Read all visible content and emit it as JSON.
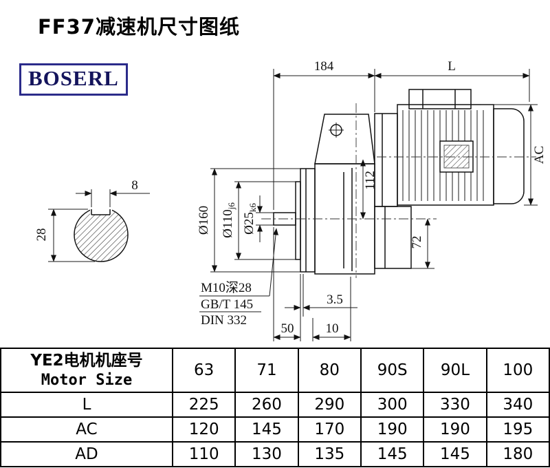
{
  "page": {
    "title": "FF37减速机尺寸图纸",
    "brand": "BOSERL"
  },
  "drawing": {
    "labels": {
      "dim184": "184",
      "dimL": "L",
      "dimAC": "AC",
      "dia160": "Ø160",
      "dia110": "Ø110",
      "dia110_tol": "j6",
      "dia25": "Ø25",
      "dia25_tol": "k6",
      "dim112": "112",
      "dim72": "72",
      "note_tap": "M10深28",
      "note_gb": "GB/T 145",
      "note_din": "DIN 332",
      "dim35": "3.5",
      "dim50": "50",
      "dim10": "10",
      "key_width": "8",
      "key_height": "28"
    }
  },
  "table": {
    "header": {
      "label_zh": "YE2电机机座号",
      "label_en": "Motor Size",
      "sizes": [
        "63",
        "71",
        "80",
        "90S",
        "90L",
        "100"
      ]
    },
    "rows": [
      {
        "label": "L",
        "values": [
          "225",
          "260",
          "290",
          "300",
          "330",
          "340"
        ]
      },
      {
        "label": "AC",
        "values": [
          "120",
          "145",
          "170",
          "190",
          "190",
          "195"
        ]
      },
      {
        "label": "AD",
        "values": [
          "110",
          "130",
          "135",
          "145",
          "145",
          "180"
        ]
      }
    ]
  }
}
